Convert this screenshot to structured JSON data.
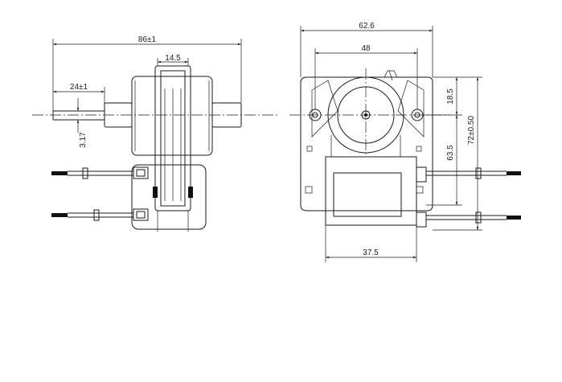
{
  "dimensions": {
    "side_view": {
      "overall_length": "86±1",
      "shaft_length": "24±1",
      "shaft_diameter": "3.17",
      "coil_width": "14.5"
    },
    "front_view": {
      "overall_width": "62.6",
      "mounting_hole_spacing": "48",
      "top_offset": "18.5",
      "hole_to_terminal": "63.5",
      "overall_height": "72±0.50",
      "coil_bracket_width": "37.5"
    }
  },
  "colors": {
    "line": "#1a1a1a",
    "background": "#ffffff"
  }
}
